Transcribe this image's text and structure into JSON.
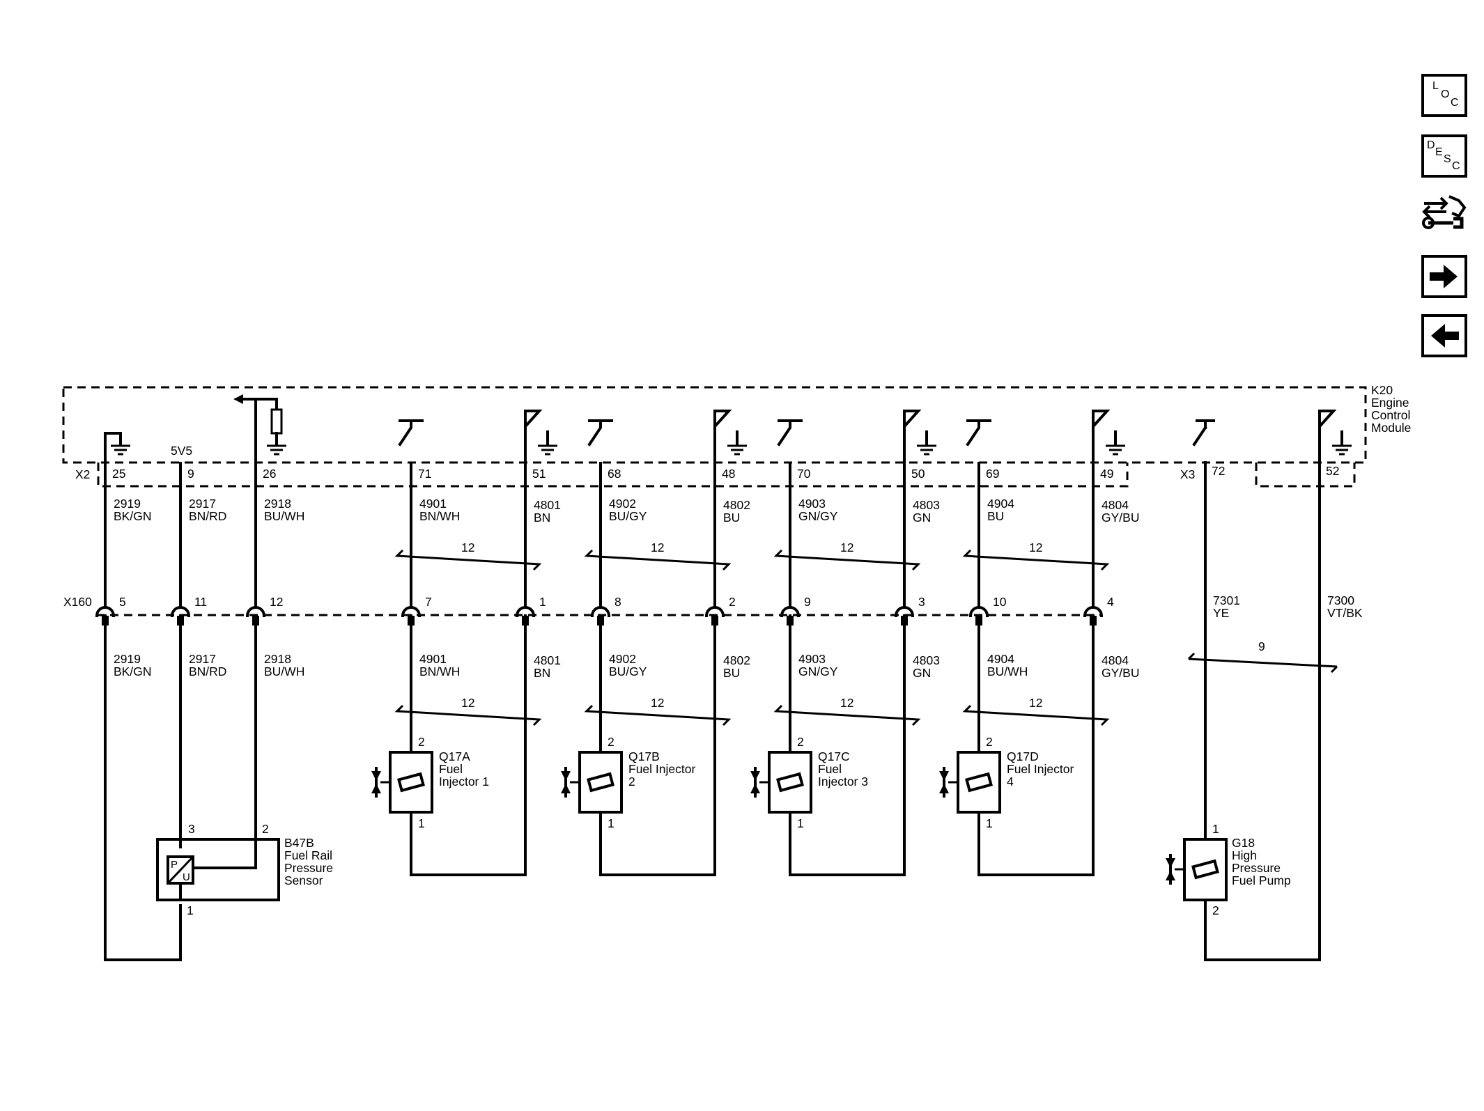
{
  "ecm": {
    "ref": "K20",
    "line1": "Engine",
    "line2": "Control",
    "line3": "Module"
  },
  "connectors": {
    "x2": "X2",
    "x3": "X3",
    "x160": "X160"
  },
  "voltage_ref": "5V5",
  "left_circuits": [
    {
      "pin": "25",
      "inline": "5",
      "circuit": "2919",
      "color": "BK/GN"
    },
    {
      "pin": "9",
      "inline": "11",
      "circuit": "2917",
      "color": "BN/RD"
    },
    {
      "pin": "26",
      "inline": "12",
      "circuit": "2918",
      "color": "BU/WH"
    }
  ],
  "injectors": [
    {
      "ref": "Q17A",
      "name": [
        "Fuel",
        "Injector 1"
      ],
      "sig_pin": "71",
      "sig_inline": "7",
      "sig_circuit": "4901",
      "sig_color_top": "BN/WH",
      "sig_color_bottom": "BN/WH",
      "ret_pin": "51",
      "ret_inline": "1",
      "ret_circuit": "4801",
      "ret_color": "BN",
      "twist": "12",
      "pin_top": "2",
      "pin_bottom": "1"
    },
    {
      "ref": "Q17B",
      "name": [
        "Fuel Injector",
        "2"
      ],
      "sig_pin": "68",
      "sig_inline": "8",
      "sig_circuit": "4902",
      "sig_color_top": "BU/GY",
      "sig_color_bottom": "BU/GY",
      "ret_pin": "48",
      "ret_inline": "2",
      "ret_circuit": "4802",
      "ret_color": "BU",
      "twist": "12",
      "pin_top": "2",
      "pin_bottom": "1"
    },
    {
      "ref": "Q17C",
      "name": [
        "Fuel",
        "Injector 3"
      ],
      "sig_pin": "70",
      "sig_inline": "9",
      "sig_circuit": "4903",
      "sig_color_top": "GN/GY",
      "sig_color_bottom": "GN/GY",
      "ret_pin": "50",
      "ret_inline": "3",
      "ret_circuit": "4803",
      "ret_color": "GN",
      "twist": "12",
      "pin_top": "2",
      "pin_bottom": "1"
    },
    {
      "ref": "Q17D",
      "name": [
        "Fuel Injector",
        "4"
      ],
      "sig_pin": "69",
      "sig_inline": "10",
      "sig_circuit": "4904",
      "sig_color_top": "BU",
      "sig_color_bottom": "BU/WH",
      "ret_pin": "49",
      "ret_inline": "4",
      "ret_circuit": "4804",
      "ret_color": "GY/BU",
      "twist": "12",
      "pin_top": "2",
      "pin_bottom": "1"
    }
  ],
  "pump": {
    "ref": "G18",
    "name": [
      "High",
      "Pressure",
      "Fuel Pump"
    ],
    "sig_pin": "72",
    "ret_pin": "52",
    "sig_circuit": "7301",
    "sig_color": "YE",
    "ret_circuit": "7300",
    "ret_color": "VT/BK",
    "twist": "9",
    "pin_top": "1",
    "pin_bottom": "2"
  },
  "sensor": {
    "ref": "B47B",
    "name": [
      "Fuel Rail",
      "Pressure",
      "Sensor"
    ],
    "pin_a": "3",
    "pin_b": "2",
    "pin_c": "1",
    "symbol_p": "P",
    "symbol_u": "U"
  },
  "nav": {
    "loc": [
      "L",
      "O",
      "C"
    ],
    "desc": [
      "D",
      "E",
      "S",
      "C"
    ],
    "icons": [
      "loc-icon",
      "desc-icon",
      "connector-service-icon",
      "next-arrow-icon",
      "previous-arrow-icon"
    ]
  }
}
